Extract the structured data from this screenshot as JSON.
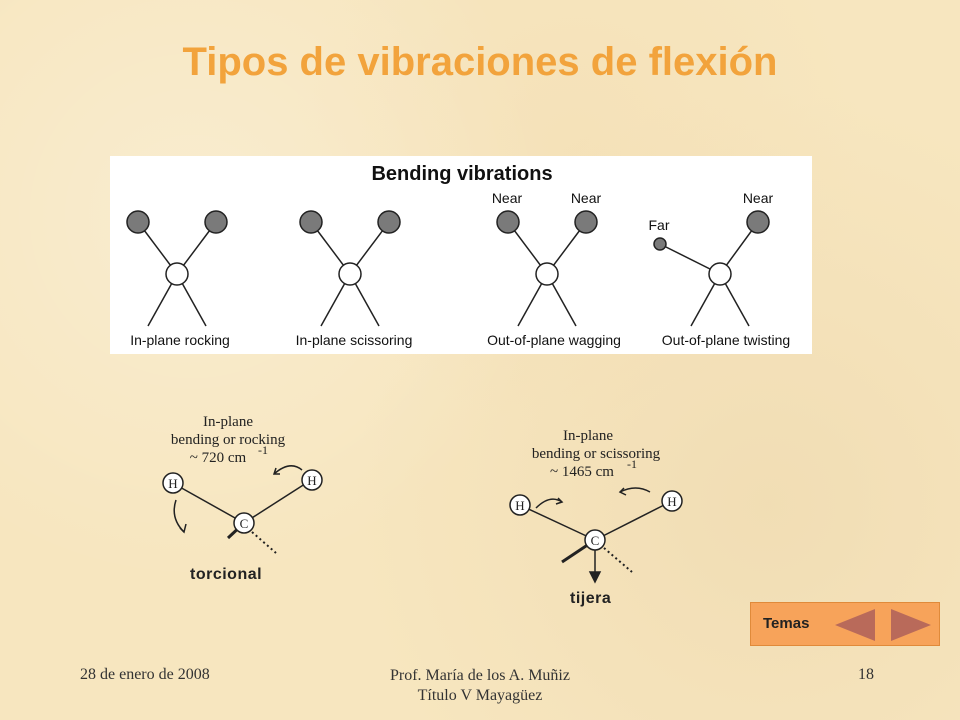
{
  "slide": {
    "title": "Tipos de vibraciones de flexión",
    "footer_date": "28 de enero de 2008",
    "footer_author": "Prof. María de los A. Muñiz",
    "footer_program": "Título V Mayagüez",
    "page_number": "18"
  },
  "bending_panel": {
    "heading": "Bending vibrations",
    "modes": [
      {
        "label": "In-plane rocking"
      },
      {
        "label": "In-plane scissoring"
      },
      {
        "label": "Out-of-plane wagging",
        "left_note": "Near",
        "right_note": "Near"
      },
      {
        "label": "Out-of-plane twisting",
        "left_note": "Far",
        "right_note": "Near"
      }
    ]
  },
  "rocking_diagram": {
    "line1": "In-plane",
    "line2": "bending or rocking",
    "line3": "~ 720 cm",
    "exponent": "-1",
    "atom_h": "H",
    "atom_c": "C",
    "caption": "torcional"
  },
  "scissoring_diagram": {
    "line1": "In-plane",
    "line2": "bending or scissoring",
    "line3": "~ 1465 cm",
    "exponent": "-1",
    "atom_h": "H",
    "atom_c": "C",
    "caption": "tijera"
  },
  "navigation": {
    "label": "Temas",
    "accent": "#f7a35a",
    "arrow_color": "#b96a5a"
  }
}
